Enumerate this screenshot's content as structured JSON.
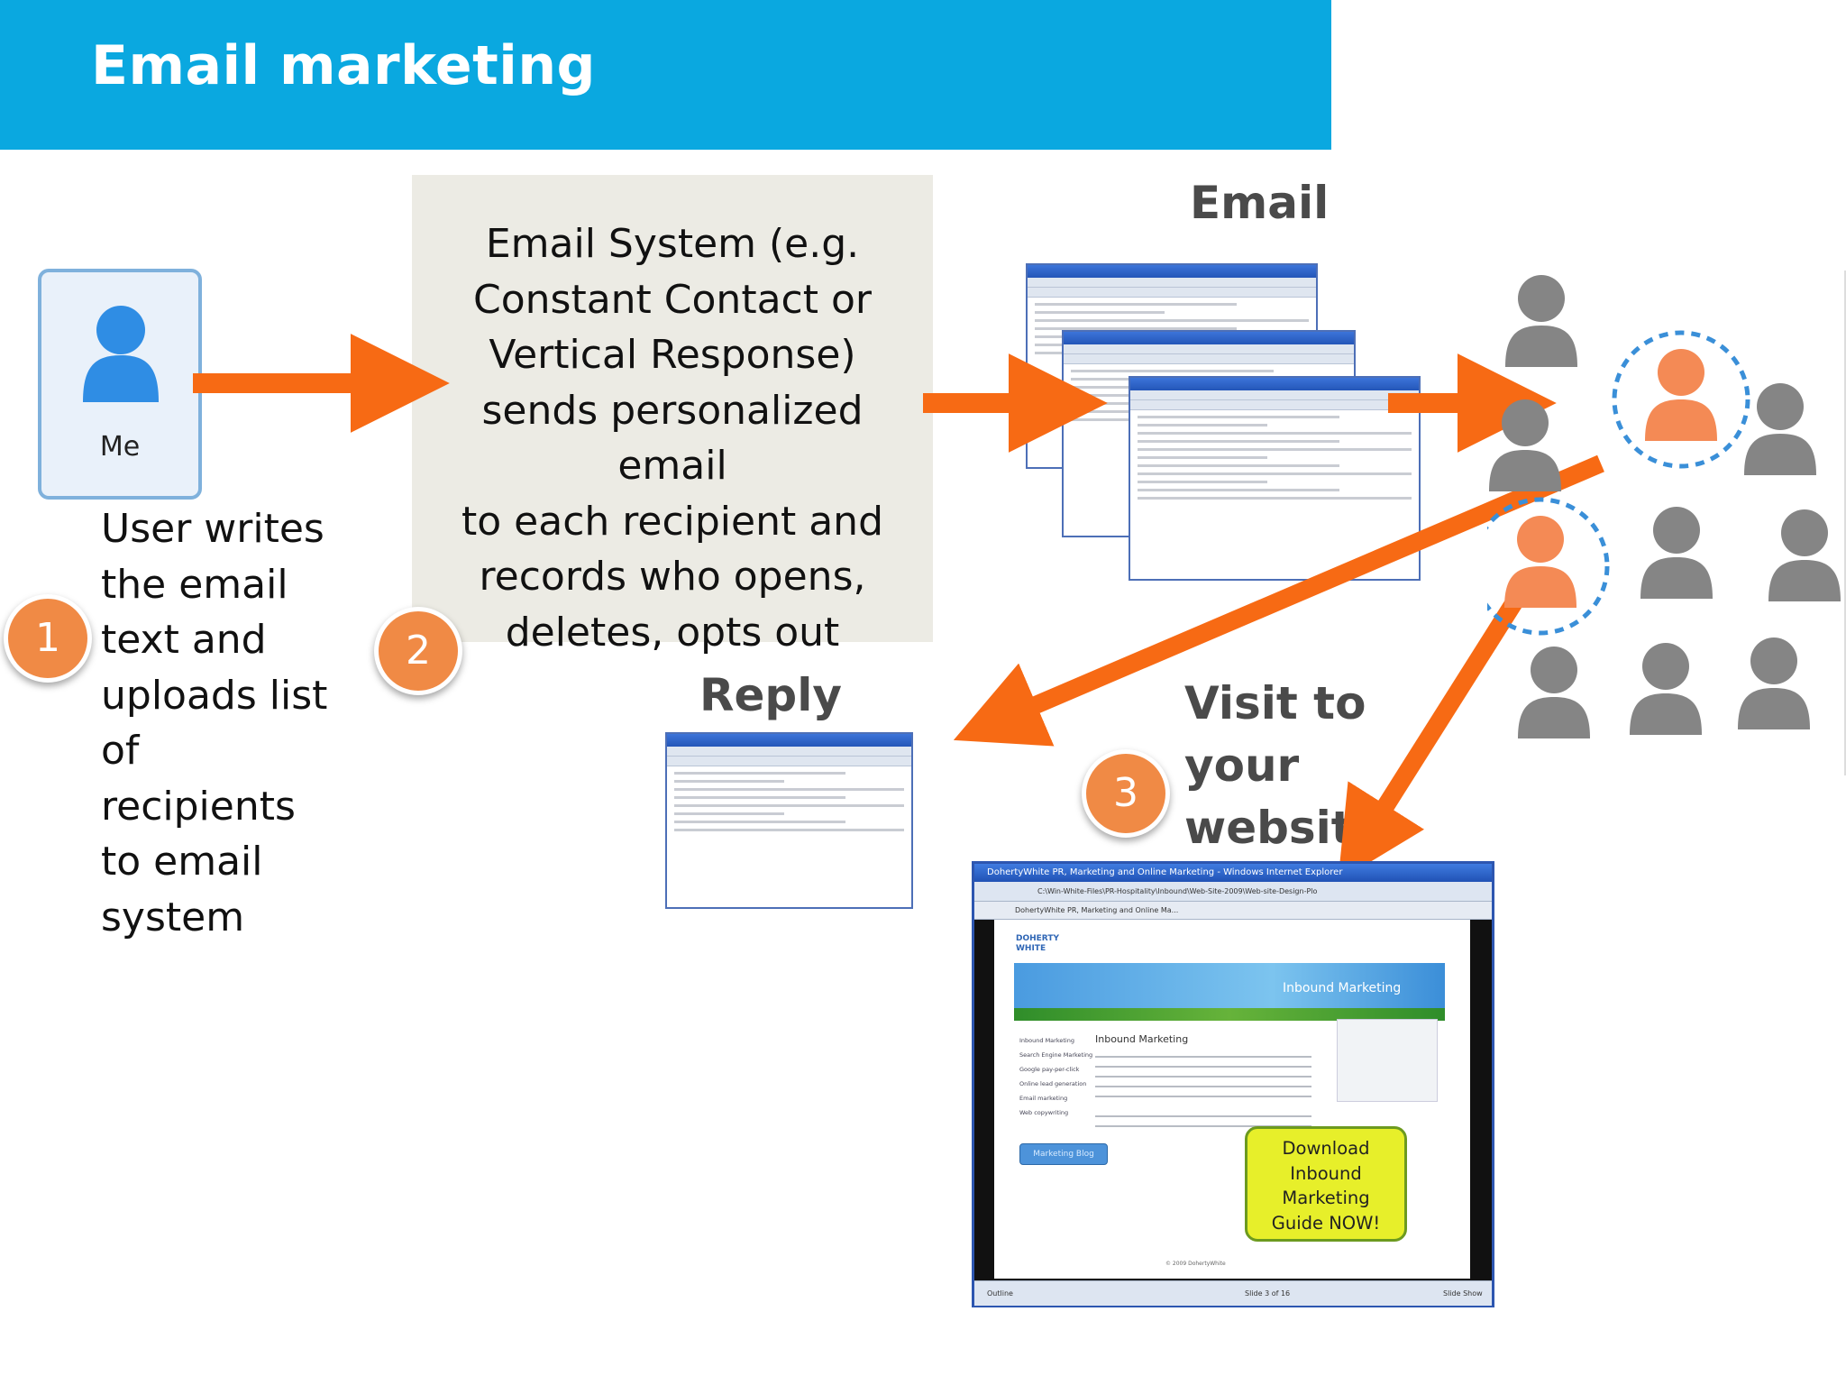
{
  "title": "Email marketing",
  "me_card": {
    "label": "Me"
  },
  "step1": {
    "number": "1",
    "text": "User writes\nthe email\ntext and\nuploads list\nof\nrecipients\nto email\nsystem"
  },
  "step2": {
    "number": "2",
    "text": "Email System (e.g.\nConstant Contact or\nVertical Response)\nsends personalized email\nto each recipient and\nrecords who opens,\ndeletes, opts out"
  },
  "step3": {
    "number": "3",
    "text": "Visit to\nyour\nwebsite"
  },
  "email_heading": "Email",
  "reply_heading": "Reply",
  "browser": {
    "title": "DohertyWhite PR, Marketing and Online Marketing - Windows Internet Explorer",
    "address": "C:\\Win-White-Files\\PR-Hospitality\\Inbound\\Web-Site-2009\\Web-site-Design-Plo",
    "tab": "DohertyWhite PR, Marketing and Online Ma...",
    "site_logo": "DOHERTY\nWHITE",
    "banner_text": "Inbound Marketing",
    "page_heading": "Inbound Marketing",
    "sidebar": [
      "Inbound Marketing",
      "Search Engine Marketing",
      "Google pay-per-click",
      "Online lead generation",
      "Email marketing",
      "Web copywriting"
    ],
    "blog_button": "Marketing Blog",
    "cta": "Download\nInbound\nMarketing\nGuide NOW!",
    "copyright": "© 2009 DohertyWhite",
    "status_outline": "Outline",
    "status_slide": "Slide 3 of 16",
    "status_show": "Slide Show"
  },
  "colors": {
    "title_bar": "#0aa8e0",
    "arrow": "#f76a14",
    "badge": "#f08a45",
    "person_blue": "#2f8de4",
    "person_gray": "#858585",
    "person_orange": "#f48a55",
    "dashed_ring": "#3a8fd8",
    "cta_fill": "#e7ef2a"
  },
  "icons": [
    "person-icon",
    "arrow-right-icon",
    "arrow-down-left-icon"
  ]
}
